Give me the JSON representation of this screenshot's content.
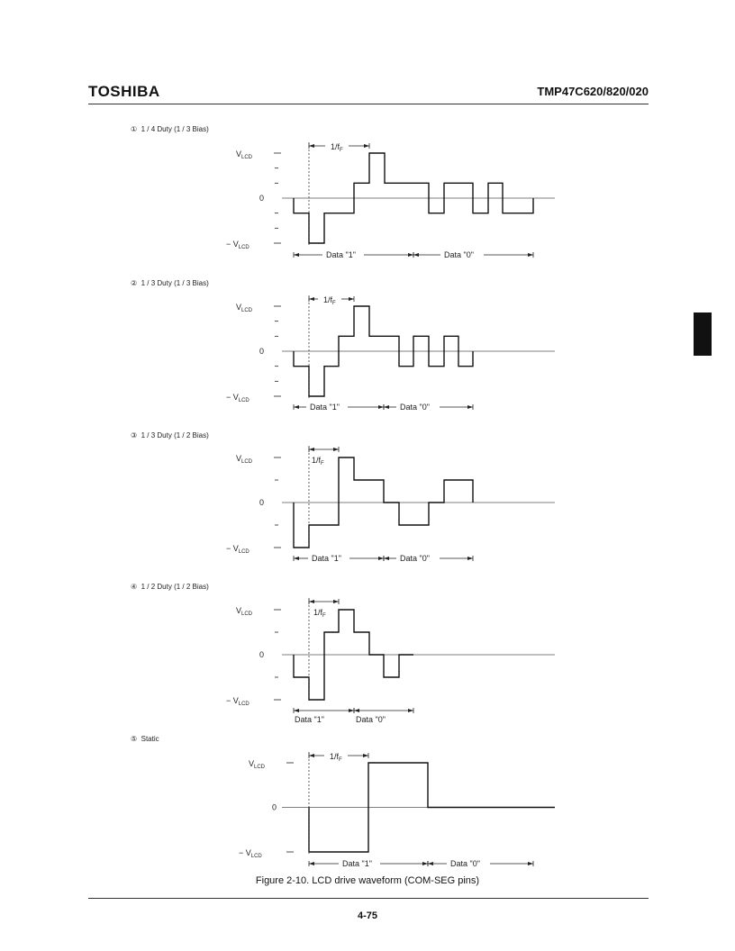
{
  "header": {
    "brand": "TOSHIBA",
    "part_number": "TMP47C620/820/020"
  },
  "labels": {
    "vlcd_pos": "V",
    "vlcd_neg": "− V",
    "vlcd_sub": "LCD",
    "zero": "0",
    "frame_text": "1/f",
    "frame_sub": "F"
  },
  "sections": [
    {
      "title": "①  1 / 4 Duty (1 / 3 Bias)",
      "data1": "Data \"1\"",
      "data0": "Data \"0\""
    },
    {
      "title": "②  1 / 3 Duty (1 / 3 Bias)",
      "data1": "Data \"1\"",
      "data0": "Data \"0\""
    },
    {
      "title": "③  1 / 3 Duty (1 / 2 Bias)",
      "data1": "Data \"1\"",
      "data0": "Data \"0\""
    },
    {
      "title": "④  1 / 2 Duty (1 / 2 Bias)",
      "data1": "Data \"1\"",
      "data0": "Data \"0\""
    },
    {
      "title": "⑤  Static",
      "data1": "Data \"1\"",
      "data0": "Data \"0\""
    }
  ],
  "caption": "Figure 2-10.   LCD drive waveform (COM-SEG pins)",
  "page_number": "4-75"
}
